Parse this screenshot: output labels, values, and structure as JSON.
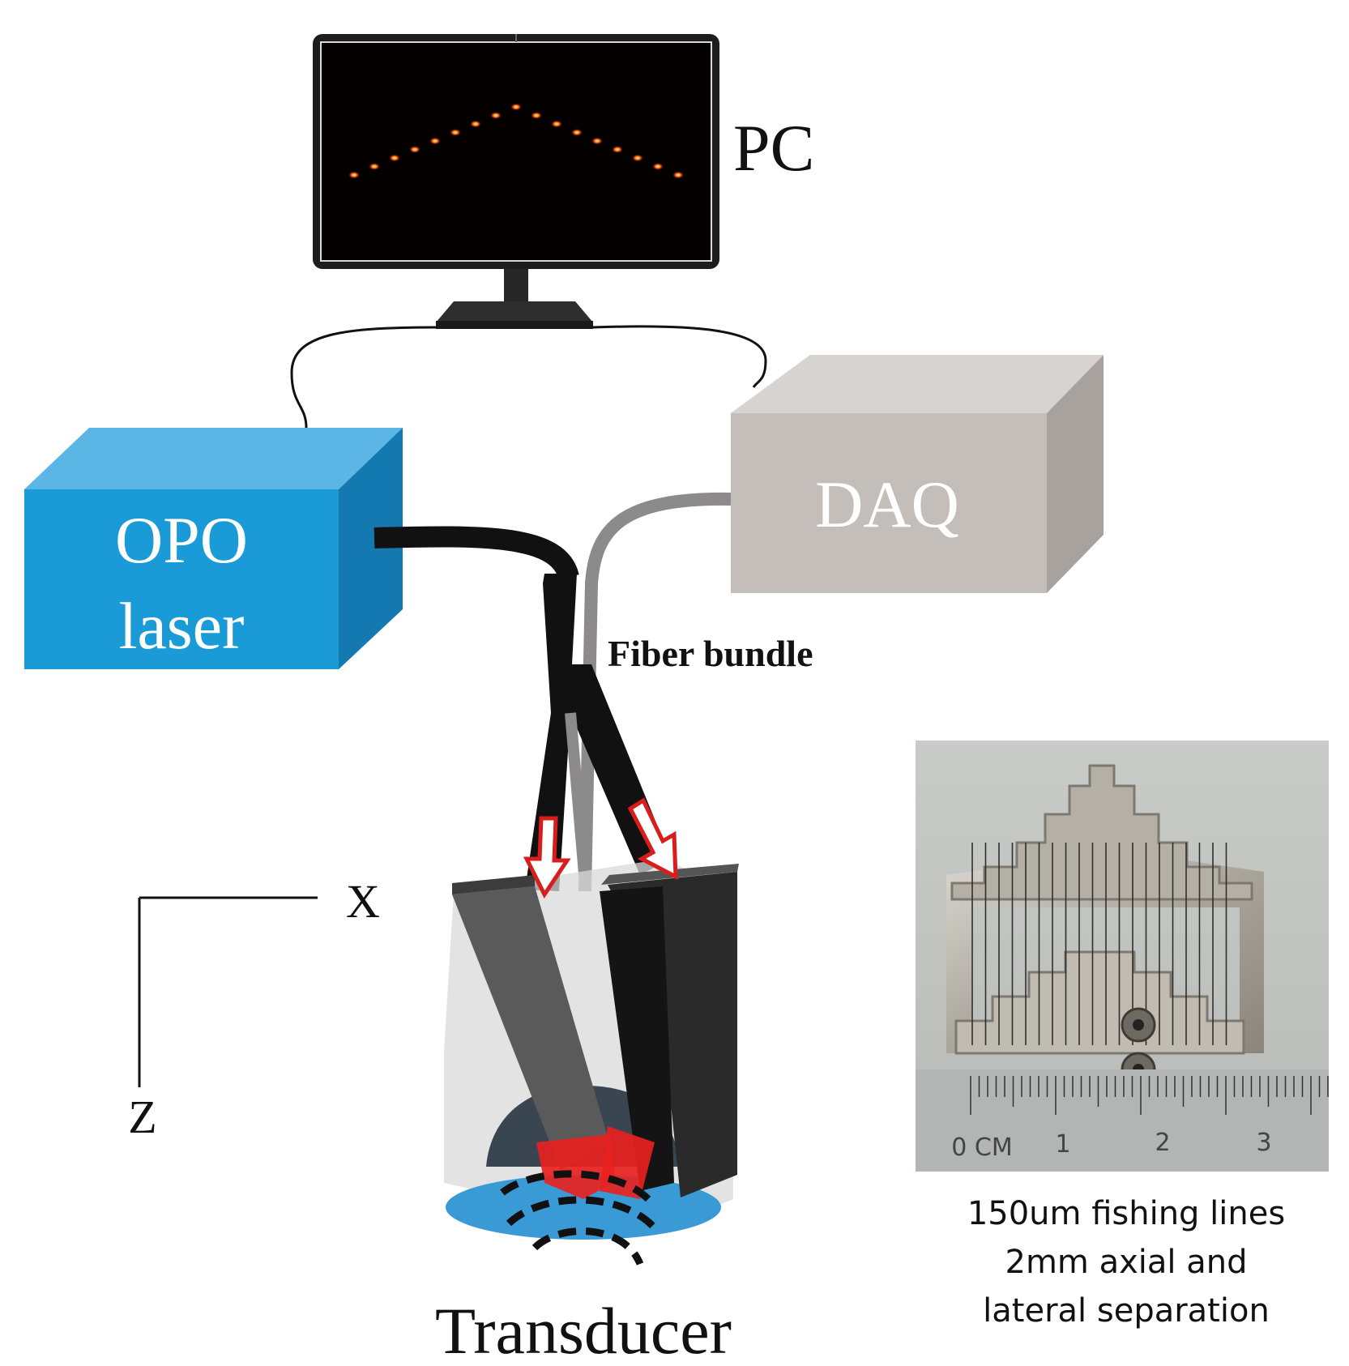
{
  "labels": {
    "pc": "PC",
    "daq": "DAQ",
    "opo_line1": "OPO",
    "opo_line2": "laser",
    "fiber_bundle": "Fiber bundle",
    "transducer": "Transducer",
    "axis_x": "X",
    "axis_z": "Z"
  },
  "phantom_photo": {
    "ruler_labels": [
      "0 CM",
      "1",
      "2",
      "3"
    ],
    "caption": [
      "150um fishing lines",
      "2mm axial and",
      "lateral separation"
    ]
  },
  "colors": {
    "opo_front": "#1a9bd8",
    "opo_top": "#5bb6e6",
    "opo_side": "#1478b0",
    "daq_front": "#c3bdba",
    "daq_top": "#d8d4d2",
    "daq_side": "#a9a3a0",
    "screen": "#050000",
    "fiber_black": "#111111",
    "fiber_gray": "#8c8a8a",
    "laser_red": "#e8221f",
    "water_blue": "#3a9ad6"
  }
}
